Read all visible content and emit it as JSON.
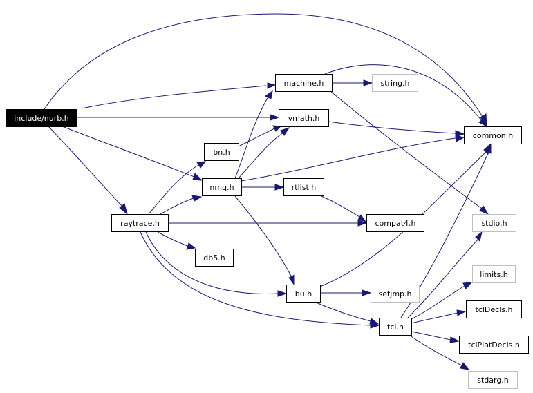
{
  "nodes": {
    "nurb": {
      "label": "include/nurb.h",
      "style": "root"
    },
    "machine": {
      "label": "machine.h",
      "style": "normal"
    },
    "string": {
      "label": "string.h",
      "style": "external"
    },
    "vmath": {
      "label": "vmath.h",
      "style": "normal"
    },
    "common": {
      "label": "common.h",
      "style": "normal"
    },
    "bn": {
      "label": "bn.h",
      "style": "normal"
    },
    "nmg": {
      "label": "nmg.h",
      "style": "normal"
    },
    "rtlist": {
      "label": "rtlist.h",
      "style": "normal"
    },
    "raytrace": {
      "label": "raytrace.h",
      "style": "normal"
    },
    "compat4": {
      "label": "compat4.h",
      "style": "normal"
    },
    "stdio": {
      "label": "stdio.h",
      "style": "external"
    },
    "db5": {
      "label": "db5.h",
      "style": "normal"
    },
    "limits": {
      "label": "limits.h",
      "style": "external"
    },
    "bu": {
      "label": "bu.h",
      "style": "normal"
    },
    "setjmp": {
      "label": "setjmp.h",
      "style": "external"
    },
    "tclDecls": {
      "label": "tclDecls.h",
      "style": "normal"
    },
    "tcl": {
      "label": "tcl.h",
      "style": "normal"
    },
    "tclPlatDecls": {
      "label": "tclPlatDecls.h",
      "style": "normal"
    },
    "stdarg": {
      "label": "stdarg.h",
      "style": "external"
    }
  },
  "edges": [
    [
      "nurb",
      "machine"
    ],
    [
      "nurb",
      "vmath"
    ],
    [
      "nurb",
      "common"
    ],
    [
      "nurb",
      "nmg"
    ],
    [
      "nurb",
      "raytrace"
    ],
    [
      "machine",
      "string"
    ],
    [
      "machine",
      "common"
    ],
    [
      "machine",
      "stdio"
    ],
    [
      "vmath",
      "common"
    ],
    [
      "bn",
      "vmath"
    ],
    [
      "nmg",
      "machine"
    ],
    [
      "nmg",
      "vmath"
    ],
    [
      "nmg",
      "common"
    ],
    [
      "nmg",
      "rtlist"
    ],
    [
      "nmg",
      "bu"
    ],
    [
      "rtlist",
      "compat4"
    ],
    [
      "raytrace",
      "bn"
    ],
    [
      "raytrace",
      "nmg"
    ],
    [
      "raytrace",
      "compat4"
    ],
    [
      "raytrace",
      "db5"
    ],
    [
      "raytrace",
      "bu"
    ],
    [
      "raytrace",
      "tcl"
    ],
    [
      "bu",
      "common"
    ],
    [
      "bu",
      "setjmp"
    ],
    [
      "bu",
      "tcl"
    ],
    [
      "tcl",
      "common"
    ],
    [
      "tcl",
      "stdio"
    ],
    [
      "tcl",
      "limits"
    ],
    [
      "tcl",
      "tclDecls"
    ],
    [
      "tcl",
      "tclPlatDecls"
    ],
    [
      "tcl",
      "stdarg"
    ]
  ],
  "colors": {
    "edge": "#191970",
    "node_border": "#000000",
    "external_border": "#bfbfbf",
    "root_fill": "#000000",
    "root_text": "#ffffff",
    "text": "#000000"
  }
}
